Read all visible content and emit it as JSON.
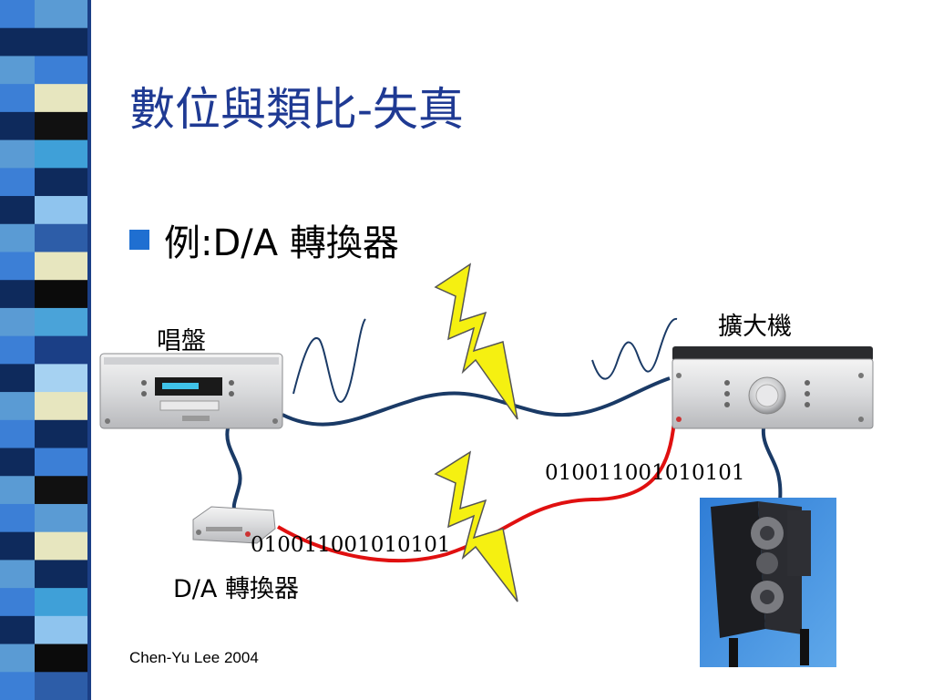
{
  "slide": {
    "title": "數位與類比-失真",
    "bullet": "例:D/A 轉換器",
    "footer": "Chen-Yu Lee 2004"
  },
  "diagram": {
    "turntable_label": "唱盤",
    "amplifier_label": "擴大機",
    "dac_label": "D/A 轉換器",
    "bits_top": "010011001010101",
    "bits_bottom": "010011001010101"
  },
  "colors": {
    "title": "#1f3a93",
    "bullet": "#1f6fd1",
    "analog_cable": "#1a3a66",
    "digital_cable": "#e01010",
    "lightning": "#f5f011"
  },
  "icons": [
    "lightning-bolt-icon",
    "sine-wave-icon"
  ]
}
